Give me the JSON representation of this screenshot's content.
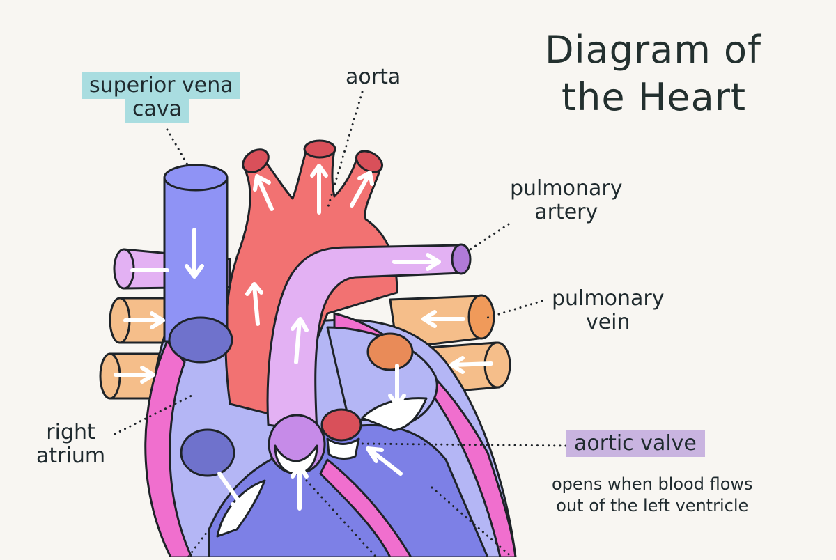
{
  "title": {
    "line1": "Diagram of",
    "line2": "the Heart"
  },
  "labels": {
    "svc": {
      "line1": "superior vena",
      "line2": "cava"
    },
    "aorta": "aorta",
    "pulmonary_artery": {
      "line1": "pulmonary",
      "line2": "artery"
    },
    "pulmonary_vein": {
      "line1": "pulmonary",
      "line2": "vein"
    },
    "right_atrium": {
      "line1": "right",
      "line2": "atrium"
    },
    "aortic_valve": "aortic valve"
  },
  "note": {
    "line1": "opens when blood flows",
    "line2": "out of the left ventricle"
  },
  "colors": {
    "background": "#f8f6f2",
    "vena_cava": "#8f93f5",
    "right_atrium": "#b4b6f5",
    "right_ventricle": "#7d80e6",
    "aorta": "#f27272",
    "pulmonary_artery": "#e3b1f3",
    "pulmonary_vein": "#f5be8a",
    "myocardium": "#f06fce",
    "outline": "#1e2328"
  }
}
